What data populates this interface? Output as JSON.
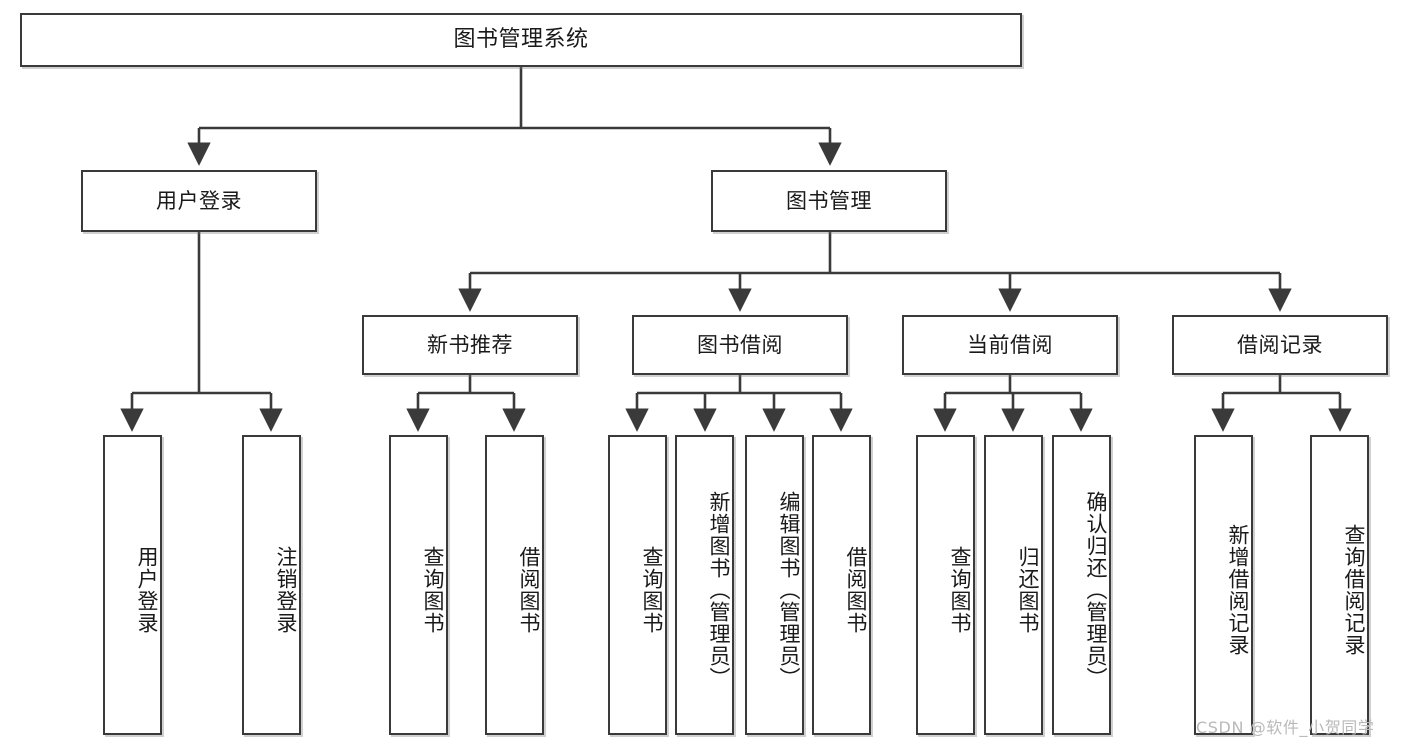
{
  "diagram": {
    "type": "tree",
    "title": "图书管理系统",
    "watermark": "CSDN @软件_小贺同学",
    "colors": {
      "box_border": "#3a3a3a",
      "box_fill": "#ffffff",
      "edge": "#3a3a3a",
      "watermark": "#b9b9b9"
    },
    "nodes": {
      "root": {
        "label": "图书管理系统"
      },
      "level2": [
        {
          "id": "user-login",
          "label": "用户登录"
        },
        {
          "id": "book-manage",
          "label": "图书管理"
        }
      ],
      "level3": [
        {
          "id": "new-book-rec",
          "label": "新书推荐"
        },
        {
          "id": "book-borrow",
          "label": "图书借阅"
        },
        {
          "id": "current-borrow",
          "label": "当前借阅"
        },
        {
          "id": "borrow-record",
          "label": "借阅记录"
        }
      ],
      "leaves": {
        "user_login": [
          {
            "id": "leaf-user-login",
            "label": "用户登录"
          },
          {
            "id": "leaf-logout",
            "label": "注销登录"
          }
        ],
        "new_book_rec": [
          {
            "id": "leaf-query-book-1",
            "label": "查询图书"
          },
          {
            "id": "leaf-borrow-book-1",
            "label": "借阅图书"
          }
        ],
        "book_borrow": [
          {
            "id": "leaf-query-book-2",
            "label": "查询图书"
          },
          {
            "id": "leaf-add-book",
            "label": "新增图书（管理员）"
          },
          {
            "id": "leaf-edit-book",
            "label": "编辑图书（管理员）"
          },
          {
            "id": "leaf-borrow-book-2",
            "label": "借阅图书"
          }
        ],
        "current_borrow": [
          {
            "id": "leaf-query-book-3",
            "label": "查询图书"
          },
          {
            "id": "leaf-return-book",
            "label": "归还图书"
          },
          {
            "id": "leaf-confirm-return",
            "label": "确认归还（管理员）"
          }
        ],
        "borrow_record": [
          {
            "id": "leaf-add-record",
            "label": "新增借阅记录"
          },
          {
            "id": "leaf-query-record",
            "label": "查询借阅记录"
          }
        ]
      }
    }
  }
}
